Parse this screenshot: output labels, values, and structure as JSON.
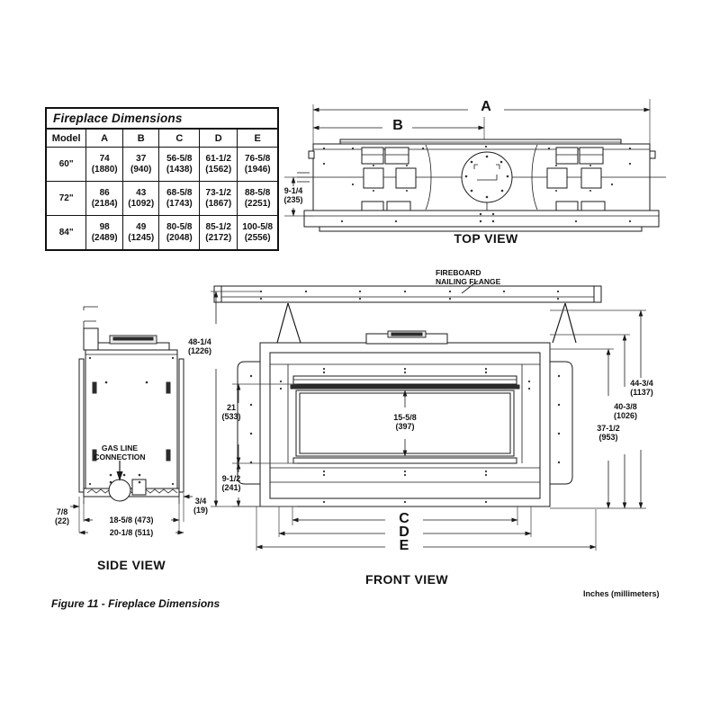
{
  "figure": {
    "caption": "Figure 11 - Fireplace Dimensions",
    "units_note": "Inches (millimeters)"
  },
  "table": {
    "title": "Fireplace Dimensions",
    "columns": [
      "Model",
      "A",
      "B",
      "C",
      "D",
      "E"
    ],
    "rows": [
      {
        "model": "60\"",
        "cells": [
          {
            "inches": "74",
            "mm": "(1880)"
          },
          {
            "inches": "37",
            "mm": "(940)"
          },
          {
            "inches": "56-5/8",
            "mm": "(1438)"
          },
          {
            "inches": "61-1/2",
            "mm": "(1562)"
          },
          {
            "inches": "76-5/8",
            "mm": "(1946)"
          }
        ]
      },
      {
        "model": "72\"",
        "cells": [
          {
            "inches": "86",
            "mm": "(2184)"
          },
          {
            "inches": "43",
            "mm": "(1092)"
          },
          {
            "inches": "68-5/8",
            "mm": "(1743)"
          },
          {
            "inches": "73-1/2",
            "mm": "(1867)"
          },
          {
            "inches": "88-5/8",
            "mm": "(2251)"
          }
        ]
      },
      {
        "model": "84\"",
        "cells": [
          {
            "inches": "98",
            "mm": "(2489)"
          },
          {
            "inches": "49",
            "mm": "(1245)"
          },
          {
            "inches": "80-5/8",
            "mm": "(2048)"
          },
          {
            "inches": "85-1/2",
            "mm": "(2172)"
          },
          {
            "inches": "100-5/8",
            "mm": "(2556)"
          }
        ]
      }
    ]
  },
  "top_view": {
    "label": "TOP VIEW",
    "dim_a": "A",
    "dim_b": "B",
    "depth_in": "9-1/4",
    "depth_mm": "(235)"
  },
  "side_view": {
    "label": "SIDE VIEW",
    "gas_line_callout": "GAS LINE\nCONNECTION",
    "dim_left_in": "7/8",
    "dim_left_mm": "(22)",
    "dim_right_in": "3/4",
    "dim_right_mm": "(19)",
    "dim_inner": "18-5/8 (473)",
    "dim_outer": "20-1/8 (511)"
  },
  "front_view": {
    "label": "FRONT VIEW",
    "flange_callout": "FIREBOARD\nNAILING FLANGE",
    "dim_total_in": "48-1/4",
    "dim_total_mm": "(1226)",
    "dim_21_in": "21",
    "dim_21_mm": "(533)",
    "dim_95_in": "9-1/2",
    "dim_95_mm": "(241)",
    "dim_glass_in": "15-5/8",
    "dim_glass_mm": "(397)",
    "dim_4434_in": "44-3/4",
    "dim_4434_mm": "(1137)",
    "dim_4038_in": "40-3/8",
    "dim_4038_mm": "(1026)",
    "dim_3712_in": "37-1/2",
    "dim_3712_mm": "(953)",
    "dim_c": "C",
    "dim_d": "D",
    "dim_e": "E"
  },
  "colors": {
    "line": "#1a1a1a",
    "background": "#ffffff",
    "panel_fill": "#e8e8e8"
  }
}
